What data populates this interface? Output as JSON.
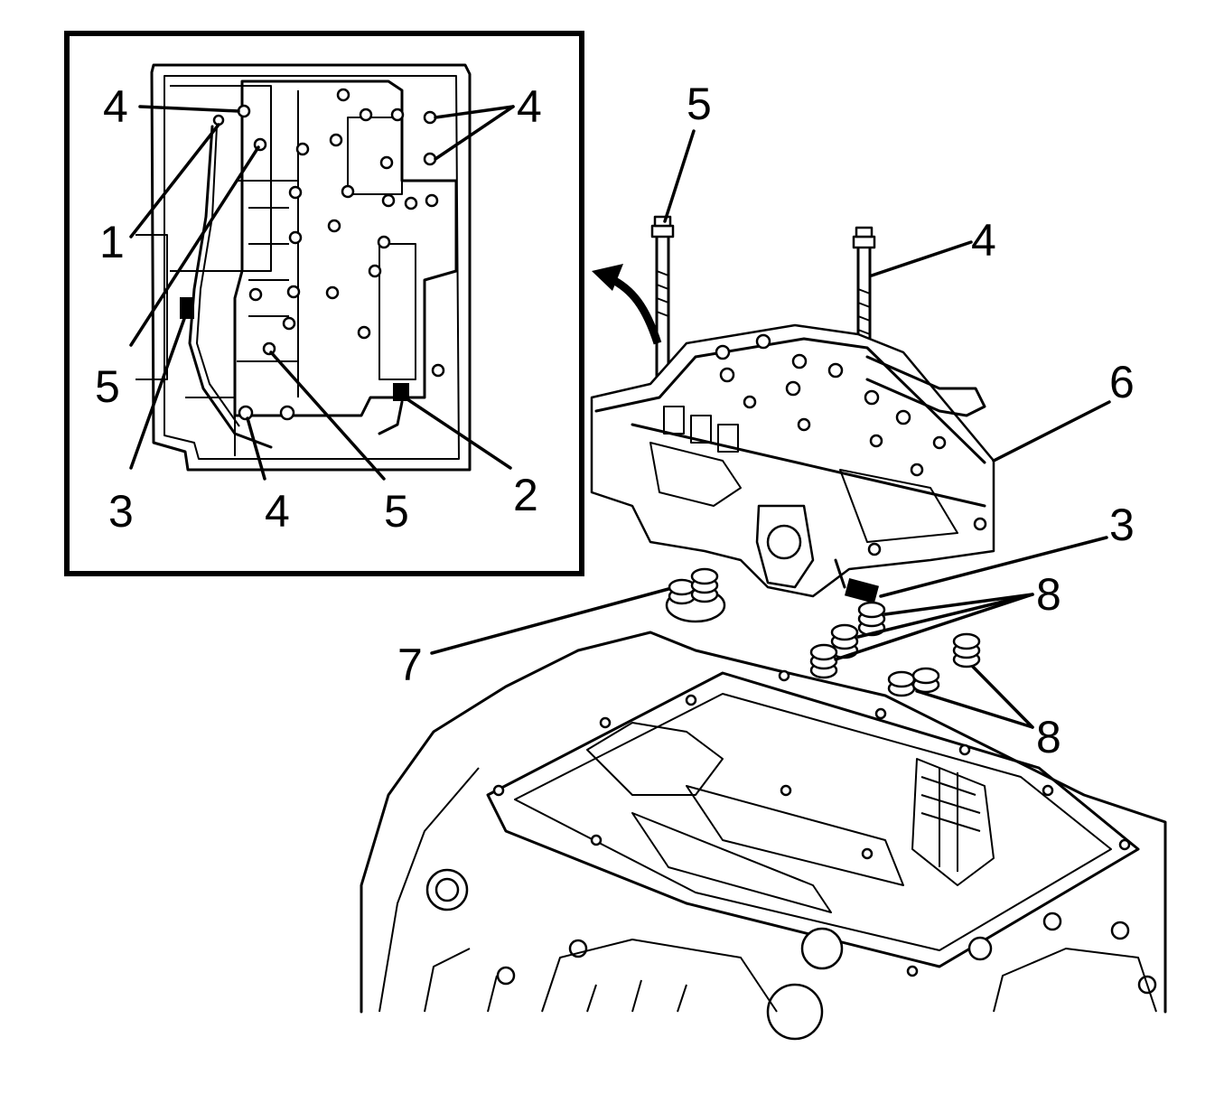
{
  "callouts": {
    "inset_4_top_left": "4",
    "inset_4_top_right": "4",
    "inset_1": "1",
    "inset_5_left": "5",
    "inset_3": "3",
    "inset_4_bottom": "4",
    "inset_5_bottom": "5",
    "inset_2": "2",
    "main_5": "5",
    "main_4": "4",
    "main_6": "6",
    "main_3": "3",
    "main_8_upper": "8",
    "main_7": "7",
    "main_8_lower": "8"
  }
}
